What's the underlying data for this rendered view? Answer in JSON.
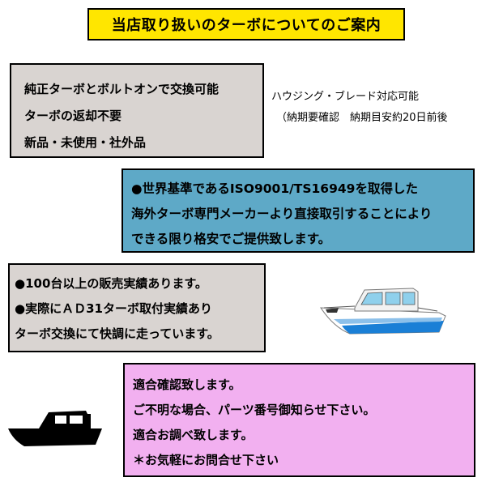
{
  "title": "当店取り扱いのターボについてのご案内",
  "box1": {
    "lines": [
      "純正ターボとボルトオンで交換可能",
      "ターボの返却不要",
      "新品・未使用・社外品"
    ]
  },
  "side_note": {
    "lines": [
      "ハウジング・ブレード対応可能",
      "（納期要確認　納期目安約20日前後"
    ]
  },
  "box2": {
    "lines": [
      "●世界基準であるISO9001/TS16949を取得した",
      "海外ターボ専門メーカーより直接取引することにより",
      "できる限り格安でご提供致します。"
    ]
  },
  "box3": {
    "lines": [
      "●100台以上の販売実績あります。",
      "●実際にＡＤ31ターボ取付実績あり",
      "ターボ交換にて快調に走っています。"
    ]
  },
  "box4": {
    "lines": [
      "適合確認致します。",
      "ご不明な場合、パーツ番号御知らせ下さい。",
      "適合お調べ致します。",
      "＊お気軽にお問合せ下さい"
    ]
  },
  "colors": {
    "title_bg": "#ffe600",
    "gray_bg": "#d9d4d1",
    "blue_bg": "#5ea9c7",
    "pink_bg": "#f2b0f0",
    "boat_hull_blue": "#1a7fd6"
  },
  "images": {
    "boat_color": "motor-boat-illustration",
    "boat_silhouette": "boat-silhouette"
  }
}
